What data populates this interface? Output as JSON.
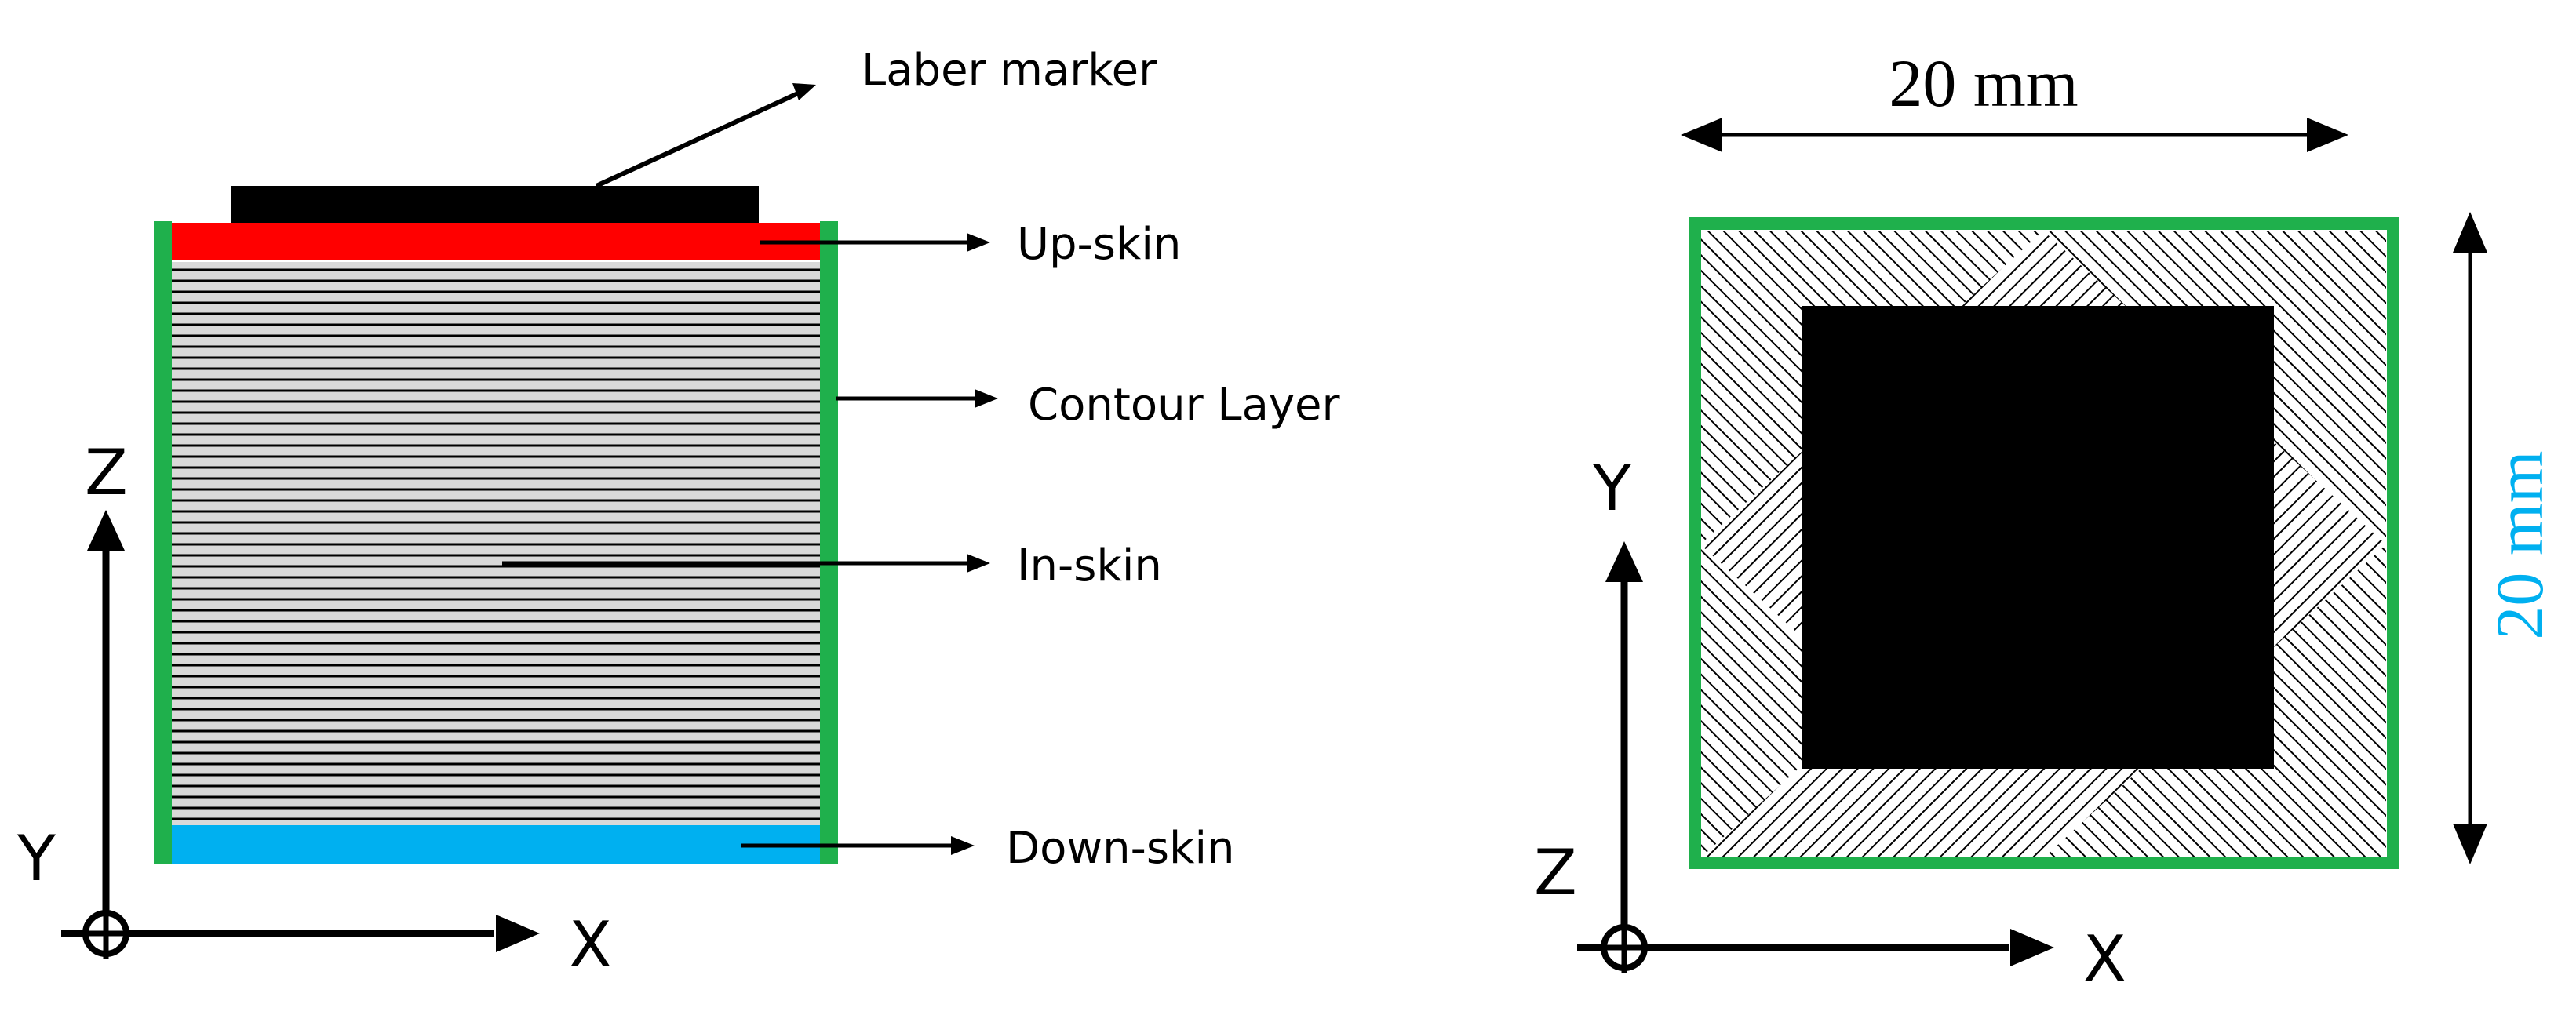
{
  "side_view": {
    "labels": {
      "laser_marker": "Laber marker",
      "up_skin": "Up-skin",
      "contour_layer": "Contour Layer",
      "in_skin": "In-skin",
      "down_skin": "Down-skin"
    },
    "axes": {
      "vertical": "Z",
      "horizontal": "X",
      "out_of_plane": "Y"
    }
  },
  "top_view": {
    "width_label": "20 mm",
    "height_label": "20 mm",
    "axes": {
      "vertical": "Y",
      "horizontal": "X",
      "out_of_plane": "Z"
    }
  },
  "colors": {
    "up_skin": "#ff0000",
    "down_skin": "#00b0f0",
    "contour": "#1fb04c",
    "marker": "#000000",
    "in_skin_fill": "#d9d9d9",
    "hatch": "#000000",
    "height_label": "#00b0f0"
  }
}
